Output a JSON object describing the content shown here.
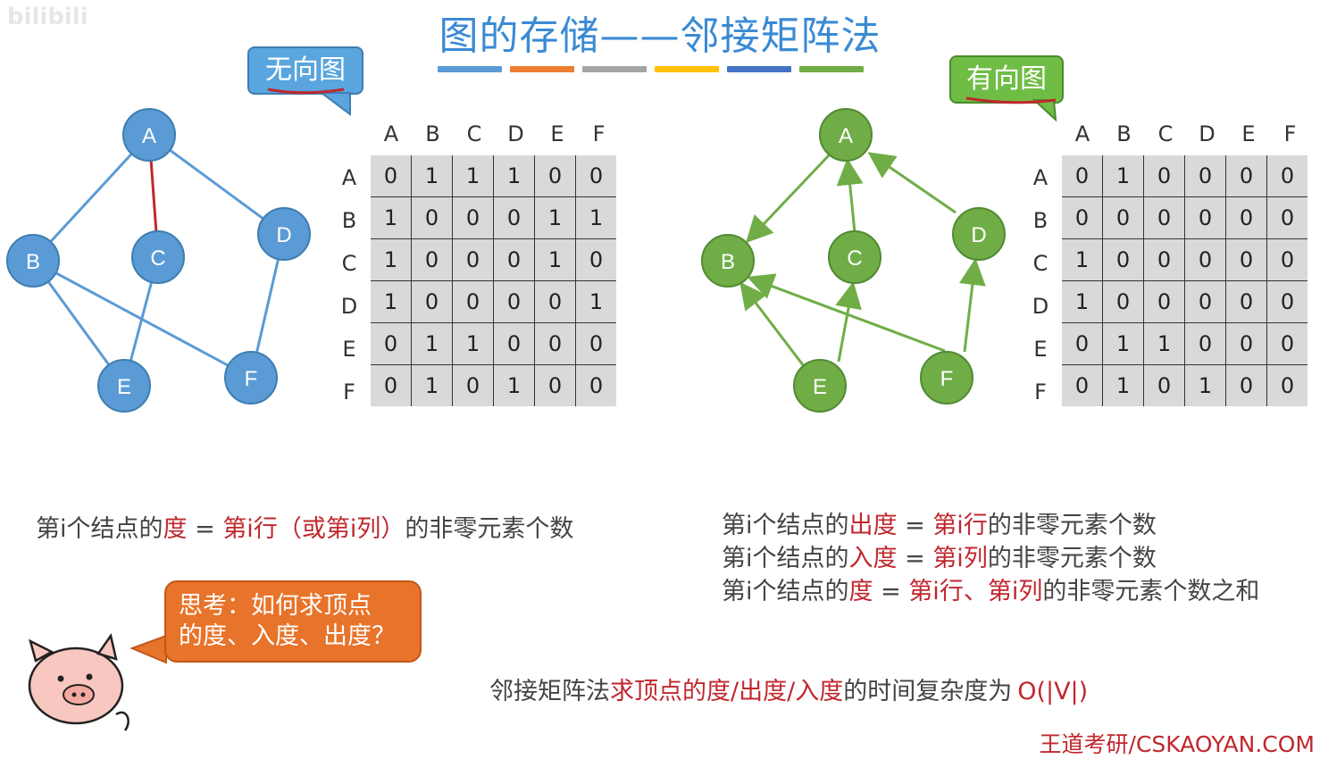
{
  "watermark": "bilibili",
  "title": "图的存储——邻接矩阵法",
  "color_bars": [
    "#5b9bd5",
    "#ed7d31",
    "#a5a5a5",
    "#ffc000",
    "#4472c4",
    "#70ad47"
  ],
  "undirected": {
    "label": "无向图",
    "node_color": "#5b9bd5",
    "nodes": [
      "A",
      "B",
      "C",
      "D",
      "E",
      "F"
    ],
    "col_headers": [
      "A",
      "B",
      "C",
      "D",
      "E",
      "F"
    ],
    "row_headers": [
      "A",
      "B",
      "C",
      "D",
      "E",
      "F"
    ],
    "matrix": [
      [
        "0",
        "1",
        "1",
        "1",
        "0",
        "0"
      ],
      [
        "1",
        "0",
        "0",
        "0",
        "1",
        "1"
      ],
      [
        "1",
        "0",
        "0",
        "0",
        "1",
        "0"
      ],
      [
        "1",
        "0",
        "0",
        "0",
        "0",
        "1"
      ],
      [
        "0",
        "1",
        "1",
        "0",
        "0",
        "0"
      ],
      [
        "0",
        "1",
        "0",
        "1",
        "0",
        "0"
      ]
    ],
    "formula": {
      "prefix": "第i个结点的",
      "term": "度",
      "eq": " = ",
      "rhs": "第i行（或第i列）",
      "suffix": "的非零元素个数"
    }
  },
  "directed": {
    "label": "有向图",
    "node_color": "#70ad47",
    "nodes": [
      "A",
      "B",
      "C",
      "D",
      "E",
      "F"
    ],
    "col_headers": [
      "A",
      "B",
      "C",
      "D",
      "E",
      "F"
    ],
    "row_headers": [
      "A",
      "B",
      "C",
      "D",
      "E",
      "F"
    ],
    "matrix": [
      [
        "0",
        "1",
        "0",
        "0",
        "0",
        "0"
      ],
      [
        "0",
        "0",
        "0",
        "0",
        "0",
        "0"
      ],
      [
        "1",
        "0",
        "0",
        "0",
        "0",
        "0"
      ],
      [
        "1",
        "0",
        "0",
        "0",
        "0",
        "0"
      ],
      [
        "0",
        "1",
        "1",
        "0",
        "0",
        "0"
      ],
      [
        "0",
        "1",
        "0",
        "1",
        "0",
        "0"
      ]
    ],
    "formulas": [
      {
        "prefix": "第i个结点的",
        "term": "出度",
        "eq": " = ",
        "rhs": "第i行",
        "suffix": "的非零元素个数"
      },
      {
        "prefix": "第i个结点的",
        "term": "入度",
        "eq": " = ",
        "rhs": "第i列",
        "suffix": "的非零元素个数"
      },
      {
        "prefix": "第i个结点的",
        "term": "度",
        "eq": " = ",
        "rhs": "第i行、第i列",
        "suffix": "的非零元素个数之和"
      }
    ]
  },
  "thought": {
    "line1": "思考：如何求顶点",
    "line2": "的度、入度、出度？"
  },
  "complexity": {
    "prefix": "邻接矩阵法",
    "mid": "求顶点的度/出度/入度",
    "suffix": "的时间复杂度为",
    "value": "O(|V|)"
  },
  "footer": "王道考研/CSKAOYAN.COM"
}
